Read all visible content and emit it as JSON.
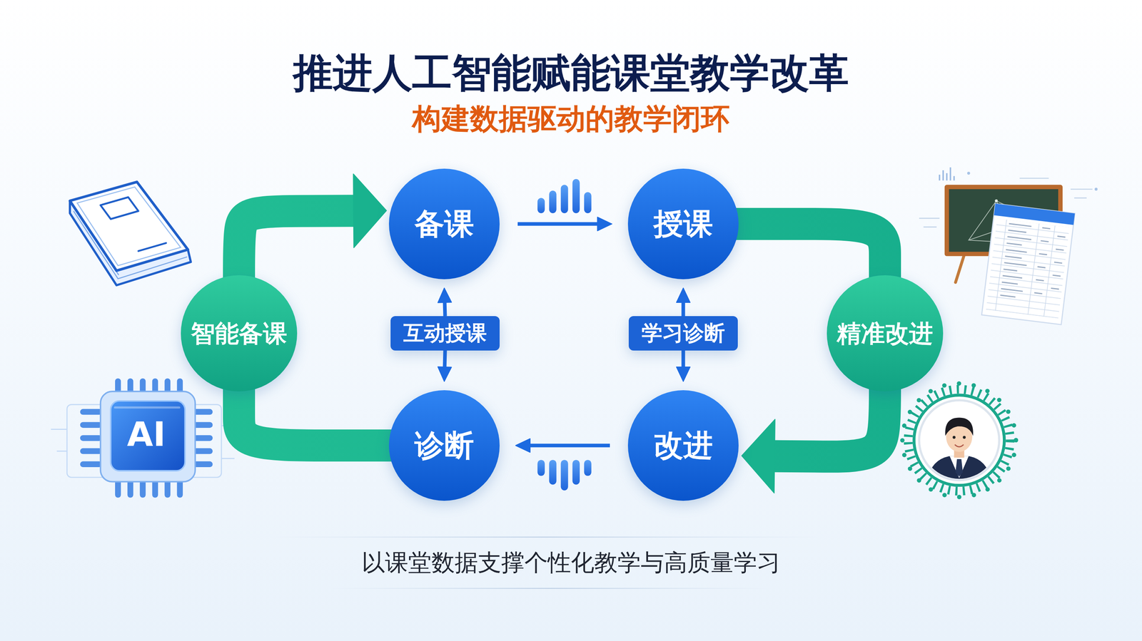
{
  "diagram": {
    "title": "推进人工智能赋能课堂教学改革",
    "caption": "以课堂数据支撑个性化教学与高质量学习",
    "nodes": [
      {
        "text": [
          "备课"
        ]
      },
      {
        "text": [
          "授课"
        ]
      },
      {
        "text": [
          "智能备课"
        ]
      },
      {
        "text": [
          "互动授课"
        ]
      },
      {
        "text": [
          "学习诊断"
        ]
      },
      {
        "text": [
          "精准改进"
        ]
      },
      {
        "text": [
          "诊断"
        ]
      },
      {
        "text": [
          "改进"
        ]
      }
    ],
    "edges": [
      {
        "from": 2,
        "to": 0,
        "arrow": "to"
      },
      {
        "from": 0,
        "to": 1,
        "arrow": "to"
      },
      {
        "from": 1,
        "to": 5,
        "arrow": "none"
      },
      {
        "from": 3,
        "to": 0,
        "arrow": "to"
      },
      {
        "from": 3,
        "to": 6,
        "arrow": "to"
      },
      {
        "from": 4,
        "to": 1,
        "arrow": "to"
      },
      {
        "from": 4,
        "to": 7,
        "arrow": "to"
      },
      {
        "from": 5,
        "to": 7,
        "arrow": "to"
      },
      {
        "from": 7,
        "to": 6,
        "arrow": "to"
      },
      {
        "from": 6,
        "to": 2,
        "arrow": "none"
      }
    ],
    "labels": [
      "构建数据驱动的教学闭环",
      "AI"
    ]
  }
}
